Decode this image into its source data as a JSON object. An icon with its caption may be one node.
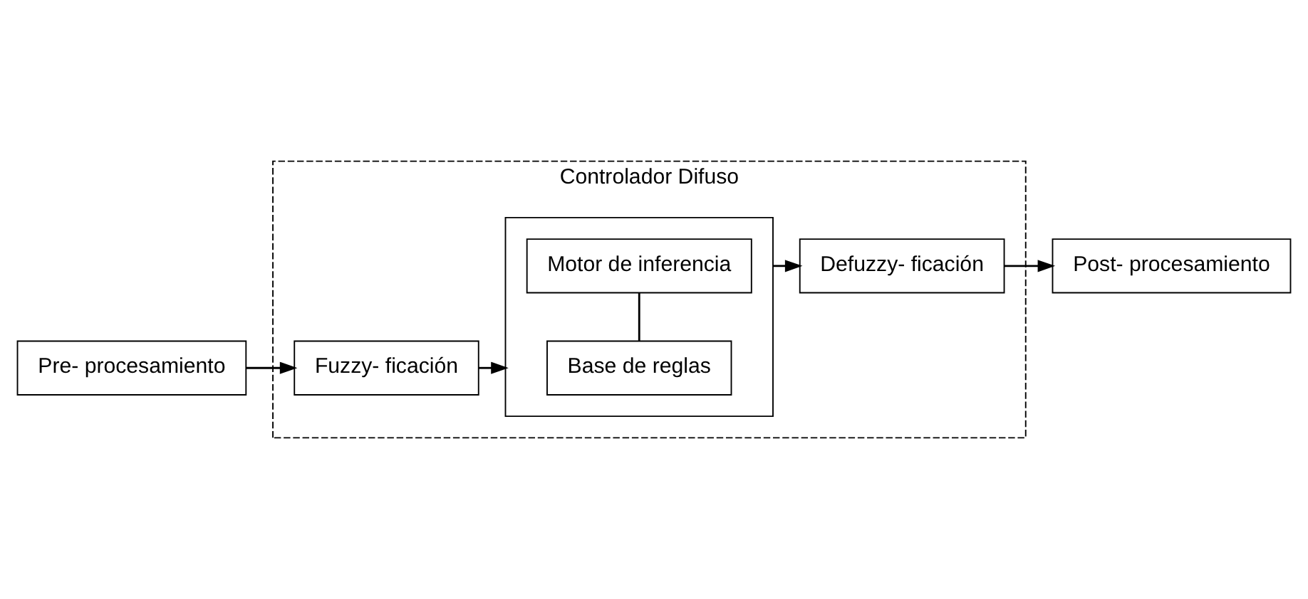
{
  "diagram": {
    "nodes": [
      {
        "text": [
          "Pre- procesamiento"
        ]
      },
      {
        "text": [
          "Controlador Difuso"
        ]
      },
      {
        "text": [
          "Fuzzy- ficación"
        ],
        "in": 1
      },
      {
        "text": [],
        "shape": "box",
        "in": 1
      },
      {
        "text": [
          "Base de reglas"
        ],
        "in": 3
      },
      {
        "text": [
          "Motor de inferencia"
        ],
        "in": 3
      },
      {
        "text": [
          "Defuzzy- ficación"
        ],
        "in": 1
      },
      {
        "text": [
          "Post- procesamiento"
        ]
      }
    ],
    "edges": [
      {
        "from": 0,
        "to": 2,
        "arrow": "to"
      },
      {
        "from": 2,
        "to": 3,
        "arrow": "to"
      },
      {
        "from": 4,
        "to": 5,
        "arrow": "none"
      },
      {
        "from": 3,
        "to": 6,
        "arrow": "to"
      },
      {
        "from": 6,
        "to": 7,
        "arrow": "to"
      }
    ]
  }
}
